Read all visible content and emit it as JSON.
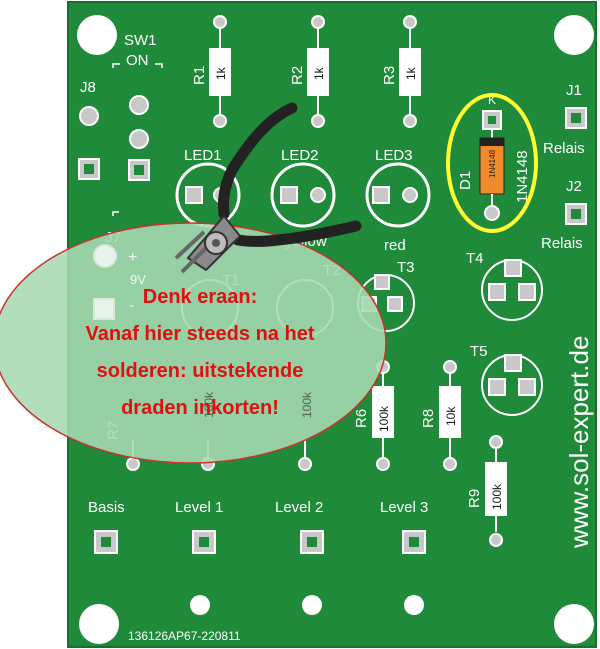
{
  "board": {
    "colors": {
      "pcb": "#1f8a3a",
      "silkscreen": "#ffffff",
      "copper": "#c8c8c8",
      "highlight": "#ffff33",
      "warning_text": "#e01010",
      "bubble_fill": "#a9d9b4",
      "bubble_stroke": "#c8322a"
    },
    "switch": {
      "label": "SW1",
      "state": "ON"
    },
    "jumpers": {
      "j8": "J8",
      "j7": "J7",
      "j1": "J1",
      "j2": "J2"
    },
    "relay_labels": {
      "j1": "Relais",
      "j2": "Relais"
    },
    "resistors": {
      "r1": {
        "name": "R1",
        "value": "1k"
      },
      "r2": {
        "name": "R2",
        "value": "1k"
      },
      "r3": {
        "name": "R3",
        "value": "1k"
      },
      "r6": {
        "name": "R6",
        "value": "100k"
      },
      "r8": {
        "name": "R8",
        "value": "10k"
      },
      "r9": {
        "name": "R9",
        "value": "100k"
      },
      "r7": {
        "name": "R7",
        "value": ""
      },
      "r4": {
        "name": "",
        "value": "100k"
      },
      "r5": {
        "name": "",
        "value": "100k"
      }
    },
    "leds": {
      "led1": "LED1",
      "led2": "LED2",
      "led3": "LED3",
      "led2_color": "yellow",
      "led3_color": "red"
    },
    "diode": {
      "ref": "D1",
      "part": "1N4148",
      "cathode": "K"
    },
    "transistors": {
      "t1": "T1",
      "t2": "T2",
      "t3": "T3",
      "t4": "T4",
      "t5": "T5"
    },
    "power": {
      "plus": "+",
      "minus": "-",
      "voltage": "9V"
    },
    "levels": [
      "Basis",
      "Level 1",
      "Level 2",
      "Level 3"
    ],
    "website": "www.sol-expert.de",
    "serial": "136126AP67-220811"
  },
  "callout": {
    "line1": "Denk eraan:",
    "line2": "Vanaf hier steeds na het",
    "line3": "solderen: uitstekende",
    "line4": "draden inkorten!"
  }
}
